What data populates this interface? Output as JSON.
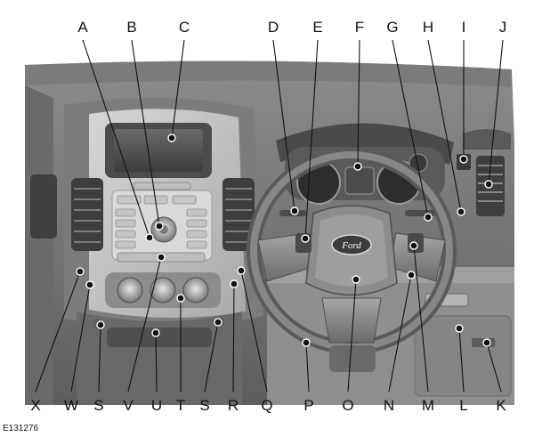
{
  "figure": {
    "code": "E131276",
    "top_labels": [
      "A",
      "B",
      "C",
      "D",
      "E",
      "F",
      "G",
      "H",
      "I",
      "J"
    ],
    "bottom_labels": [
      "X",
      "W",
      "S",
      "V",
      "U",
      "T",
      "S",
      "R",
      "Q",
      "P",
      "O",
      "N",
      "M",
      "L",
      "K"
    ],
    "logo_text": "Ford",
    "colors": {
      "dash_dark": "#6f6f6f",
      "dash_mid": "#9a9a9a",
      "dash_light": "#c9c9c9",
      "line": "#111111"
    }
  }
}
